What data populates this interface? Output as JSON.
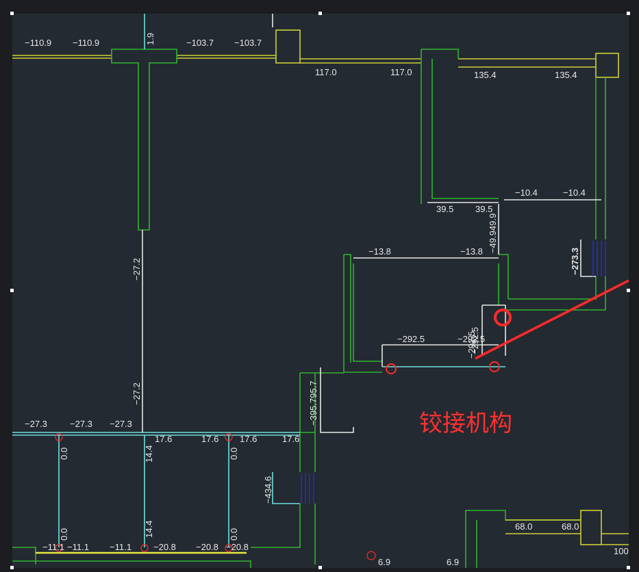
{
  "colors": {
    "background": "#242a31",
    "frame": "#1c1d20",
    "wall_green": "#2fb52f",
    "beam_yellow": "#cfcf3a",
    "cyan": "#6ee0e0",
    "white": "#e6e6e6",
    "label": "#e8e8e8",
    "red": "#ff2a2a",
    "hatch": "#2233cc"
  },
  "annotation": {
    "label": "铰接机构"
  },
  "dimensions": {
    "d1": "−110.9",
    "d2": "−110.9",
    "d3": "1.9",
    "d4": "−103.7",
    "d5": "−103.7",
    "d6": "117.0",
    "d7": "117.0",
    "d8": "135.4",
    "d9": "135.4",
    "d10": "39.5",
    "d11": "39.5",
    "d12": "−10.4",
    "d13": "−10.4",
    "d14": "−49.949.9",
    "d15": "−13.8",
    "d16": "−13.8",
    "d17": "−273.3",
    "d18": "−27.2",
    "d19": "−27.2",
    "d20": "−292.5",
    "d21": "−292.5",
    "d22": "−292.5",
    "d23": "−292.5",
    "d24": "−395.795.7",
    "d25": "−27.3",
    "d26": "−27.3",
    "d27": "−27.3",
    "d28": "17.6",
    "d29": "17.6",
    "d30": "17.6",
    "d31": "17.6",
    "d32": "0.0",
    "d33": "14.4",
    "d34": "0.0",
    "d35": "−434.6",
    "d36": "0.0",
    "d37": "14.4",
    "d38": "0.0",
    "d39": "−11.1",
    "d40": "−11.1",
    "d41": "−11.1",
    "d42": "−20.8",
    "d43": "−20.8",
    "d44": "−20.8",
    "d45": "68.0",
    "d46": "68.0",
    "d47": "100",
    "d48": "6.9",
    "d49": "6.9"
  }
}
